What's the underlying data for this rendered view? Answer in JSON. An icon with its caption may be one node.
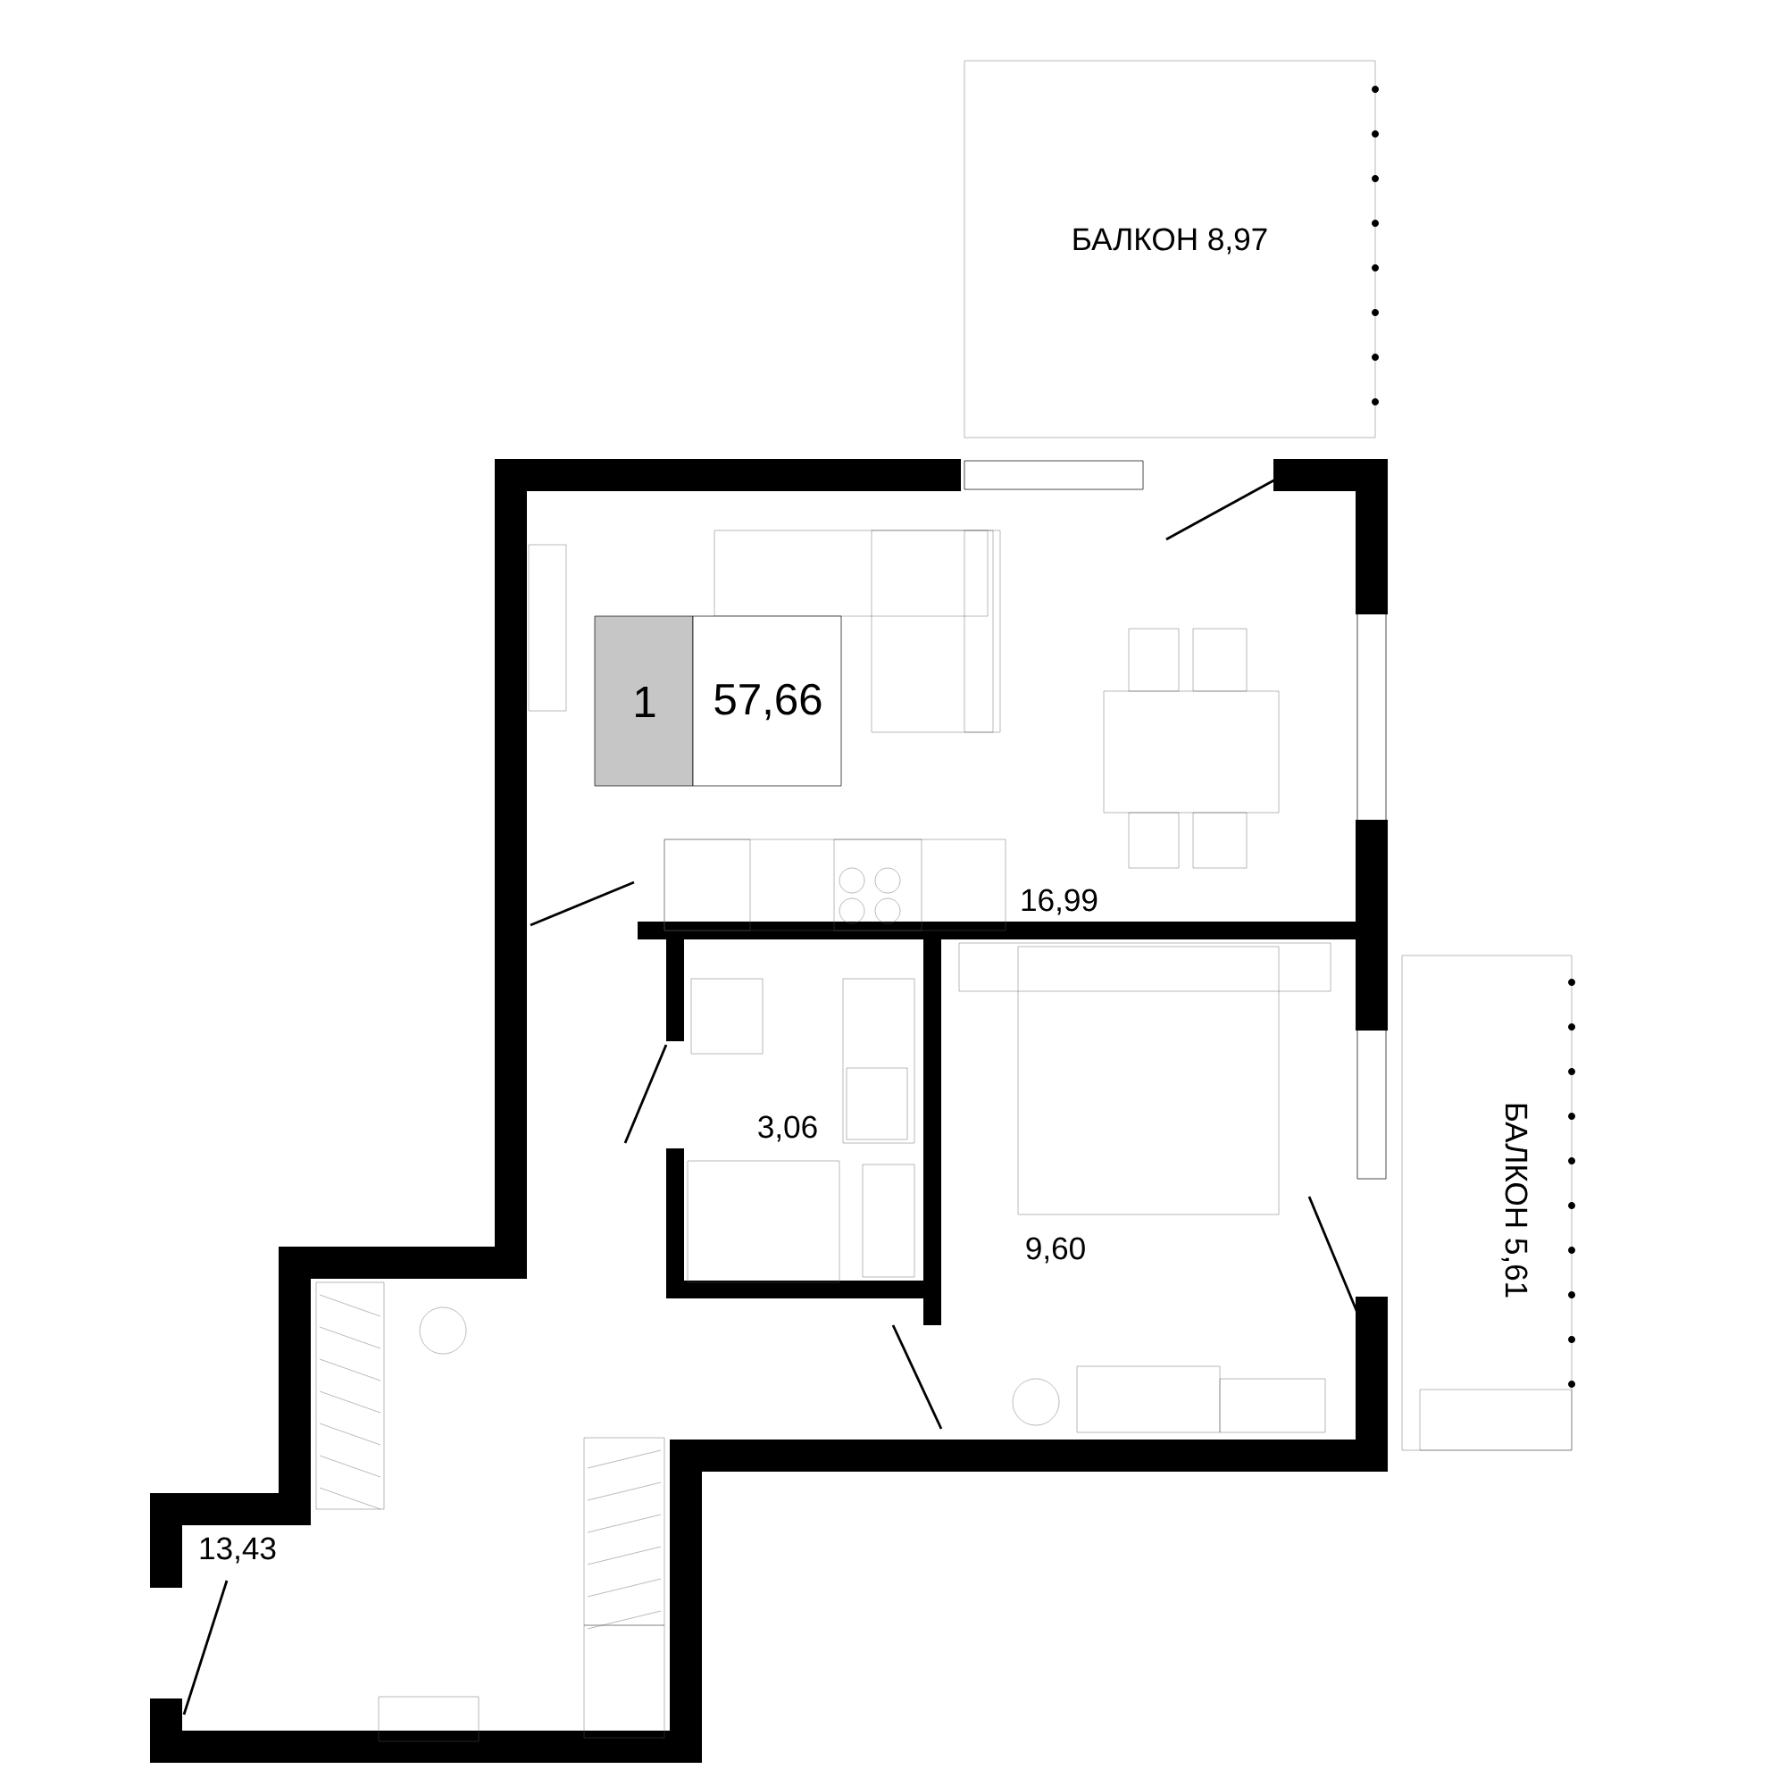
{
  "diagram": {
    "labels": [
      "БАЛКОН 8,97",
      "1",
      "57,66",
      "16,99",
      "3,06",
      "9,60",
      "БАЛКОН 5,61",
      "13,43"
    ]
  }
}
